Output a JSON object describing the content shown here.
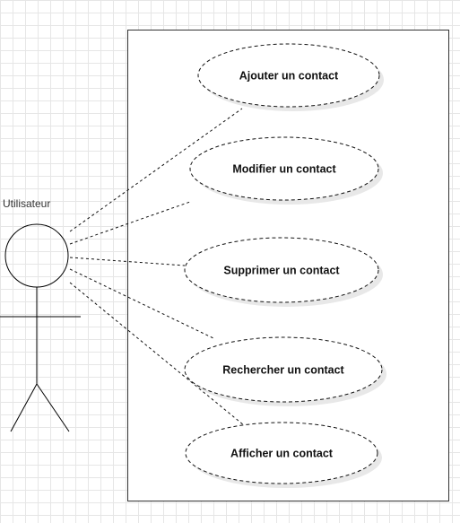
{
  "actor": {
    "label": "Utilisateur"
  },
  "use_cases": [
    {
      "id": "ajouter",
      "label": "Ajouter un contact"
    },
    {
      "id": "modifier",
      "label": "Modifier un contact"
    },
    {
      "id": "supprimer",
      "label": "Supprimer un contact"
    },
    {
      "id": "rechercher",
      "label": "Rechercher un contact"
    },
    {
      "id": "afficher",
      "label": "Afficher un contact"
    }
  ],
  "colors": {
    "background": "#ffffff",
    "grid": "#e6e6e6",
    "stroke": "#111111"
  }
}
